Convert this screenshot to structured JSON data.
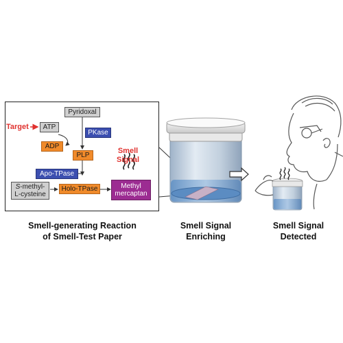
{
  "diagram": {
    "reaction": {
      "pyridoxal": "Pyridoxal",
      "atp": "ATP",
      "target": "Target",
      "pkase": "PKase",
      "adp": "ADP",
      "plp": "PLP",
      "apo_tpase": "Apo-TPase",
      "s_methyl_line1": "S-methyl-",
      "s_methyl_line2": "L-cysteine",
      "holo_tpase": "Holo-TPase",
      "methyl_line1": "Methyl",
      "methyl_line2": "mercaptan",
      "smell_signal_line1": "Smell",
      "smell_signal_line2": "Signal"
    },
    "captions": {
      "left_line1": "Smell-generating Reaction",
      "left_line2": "of Smell-Test Paper",
      "middle_line1": "Smell Signal",
      "middle_line2": "Enriching",
      "right_line1": "Smell Signal",
      "right_line2": "Detected"
    },
    "colors": {
      "target_red": "#e0322f",
      "enzyme_blue": "#3c4fb0",
      "cofactor_orange": "#f08a2a",
      "product_purple": "#9c2c92",
      "substrate_gray": "#cfcfcf"
    }
  }
}
